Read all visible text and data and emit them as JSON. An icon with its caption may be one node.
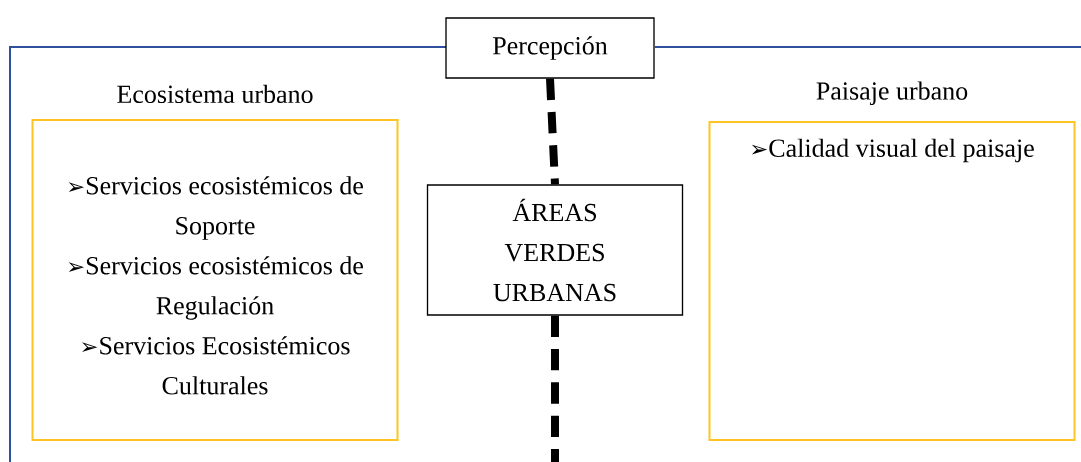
{
  "diagram": {
    "nodes": [
      {
        "text": [
          "Percepción"
        ]
      },
      {
        "text": [
          "Ecosistema urbano",
          "➢Servicios ecosistémicos de Soporte",
          "➢Servicios ecosistémicos de Regulación",
          "➢Servicios Ecosistémicos Culturales"
        ]
      },
      {
        "text": [
          "ÁREAS VERDES URBANAS"
        ]
      },
      {
        "text": [
          "Paisaje urbano",
          "➢Calidad visual del paisaje"
        ]
      }
    ],
    "edges": [
      {
        "from": 0,
        "to": 2,
        "arrow": "none",
        "style": "dashed"
      },
      {
        "from": 2,
        "to": null,
        "arrow": "none",
        "style": "dashed"
      }
    ]
  }
}
